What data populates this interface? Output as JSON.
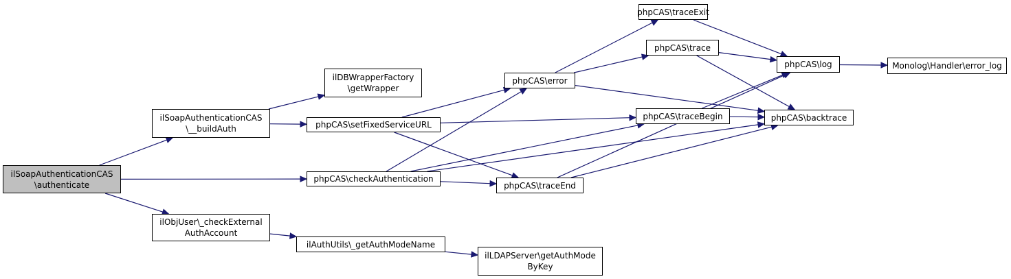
{
  "diagram": {
    "type": "call-graph",
    "colors": {
      "edge": "#191970",
      "focus_fill": "#bfbfbf",
      "node_fill": "#ffffff",
      "border": "#000000"
    },
    "nodes": {
      "authenticate": "ilSoapAuthenticationCAS\n\\authenticate",
      "buildAuth": "ilSoapAuthenticationCAS\n\\__buildAuth",
      "checkExternal": "ilObjUser\\_checkExternal\nAuthAccount",
      "getWrapper": "ilDBWrapperFactory\n\\getWrapper",
      "setFixedServiceURL": "phpCAS\\setFixedServiceURL",
      "checkAuthentication": "phpCAS\\checkAuthentication",
      "getAuthModeName": "ilAuthUtils\\_getAuthModeName",
      "getAuthModeByKey": "ilLDAPServer\\getAuthMode\nByKey",
      "error": "phpCAS\\error",
      "traceEnd": "phpCAS\\traceEnd",
      "traceExit": "phpCAS\\traceExit",
      "trace": "phpCAS\\trace",
      "traceBegin": "phpCAS\\traceBegin",
      "log": "phpCAS\\log",
      "backtrace": "phpCAS\\backtrace",
      "errorLog": "Monolog\\Handler\\error_log"
    },
    "edges": [
      [
        "authenticate",
        "buildAuth"
      ],
      [
        "authenticate",
        "checkAuthentication"
      ],
      [
        "authenticate",
        "checkExternal"
      ],
      [
        "buildAuth",
        "getWrapper"
      ],
      [
        "buildAuth",
        "setFixedServiceURL"
      ],
      [
        "setFixedServiceURL",
        "error"
      ],
      [
        "setFixedServiceURL",
        "traceBegin"
      ],
      [
        "setFixedServiceURL",
        "traceEnd"
      ],
      [
        "checkAuthentication",
        "error"
      ],
      [
        "checkAuthentication",
        "traceBegin"
      ],
      [
        "checkAuthentication",
        "traceEnd"
      ],
      [
        "checkAuthentication",
        "backtrace"
      ],
      [
        "checkExternal",
        "getAuthModeName"
      ],
      [
        "getAuthModeName",
        "getAuthModeByKey"
      ],
      [
        "error",
        "traceExit"
      ],
      [
        "error",
        "trace"
      ],
      [
        "error",
        "backtrace"
      ],
      [
        "traceExit",
        "log"
      ],
      [
        "trace",
        "log"
      ],
      [
        "trace",
        "backtrace"
      ],
      [
        "traceBegin",
        "log"
      ],
      [
        "traceBegin",
        "backtrace"
      ],
      [
        "traceEnd",
        "log"
      ],
      [
        "traceEnd",
        "backtrace"
      ],
      [
        "log",
        "errorLog"
      ]
    ]
  }
}
